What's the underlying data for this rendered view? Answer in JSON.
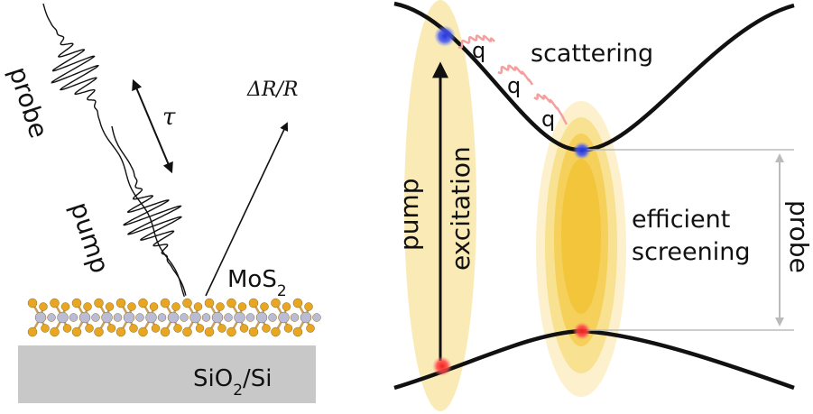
{
  "left_panel": {
    "probe_label": "probe",
    "pump_label": "pump",
    "delay_label": "τ",
    "reflectivity_label": "ΔR/R",
    "layer": {
      "name": "MoS",
      "subscript": "2"
    },
    "substrate": {
      "part1": "SiO",
      "subscript": "2",
      "part2": "/Si"
    }
  },
  "right_panel": {
    "pump_label": "pump",
    "excitation_label": "excitation",
    "scattering_label": "scattering",
    "phonon_labels": [
      "q",
      "q",
      "q"
    ],
    "screening_line1": "efficient",
    "screening_line2": "screening",
    "probe_label": "probe"
  },
  "colors": {
    "glow": "#f5d76e",
    "glow_core": "#f2c12e",
    "electron": "#2233dd",
    "hole": "#ee2222",
    "phonon": "#f4a0a0",
    "substrate": "#c8c8c8",
    "sulfur": "#e8a623",
    "molybdenum": "#b9bcd4",
    "probe_arrow": "#bbbbbb"
  }
}
